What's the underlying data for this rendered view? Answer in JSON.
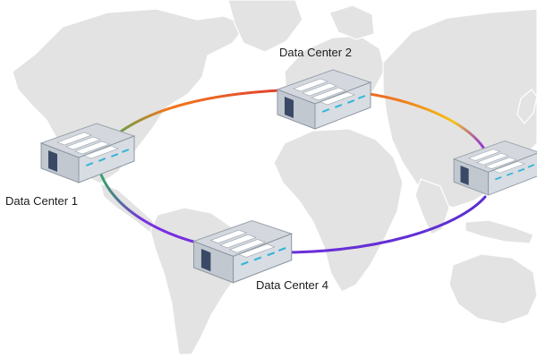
{
  "diagram": {
    "nodes": [
      {
        "id": "dc1",
        "label": "Data Center 1"
      },
      {
        "id": "dc2",
        "label": "Data Center 2"
      },
      {
        "id": "dc3",
        "label": ""
      },
      {
        "id": "dc4",
        "label": "Data Center 4"
      }
    ],
    "ring": {
      "colors": [
        "#e03a2f",
        "#f07a1c",
        "#f4c21a",
        "#8a2be2",
        "#5a2fd0",
        "#2db05a"
      ]
    }
  },
  "colors": {
    "map_land": "#e3e3e3",
    "building_roof": "#d4d8de",
    "building_wall": "#c2c8d0",
    "server_light": "#35b5d8"
  }
}
